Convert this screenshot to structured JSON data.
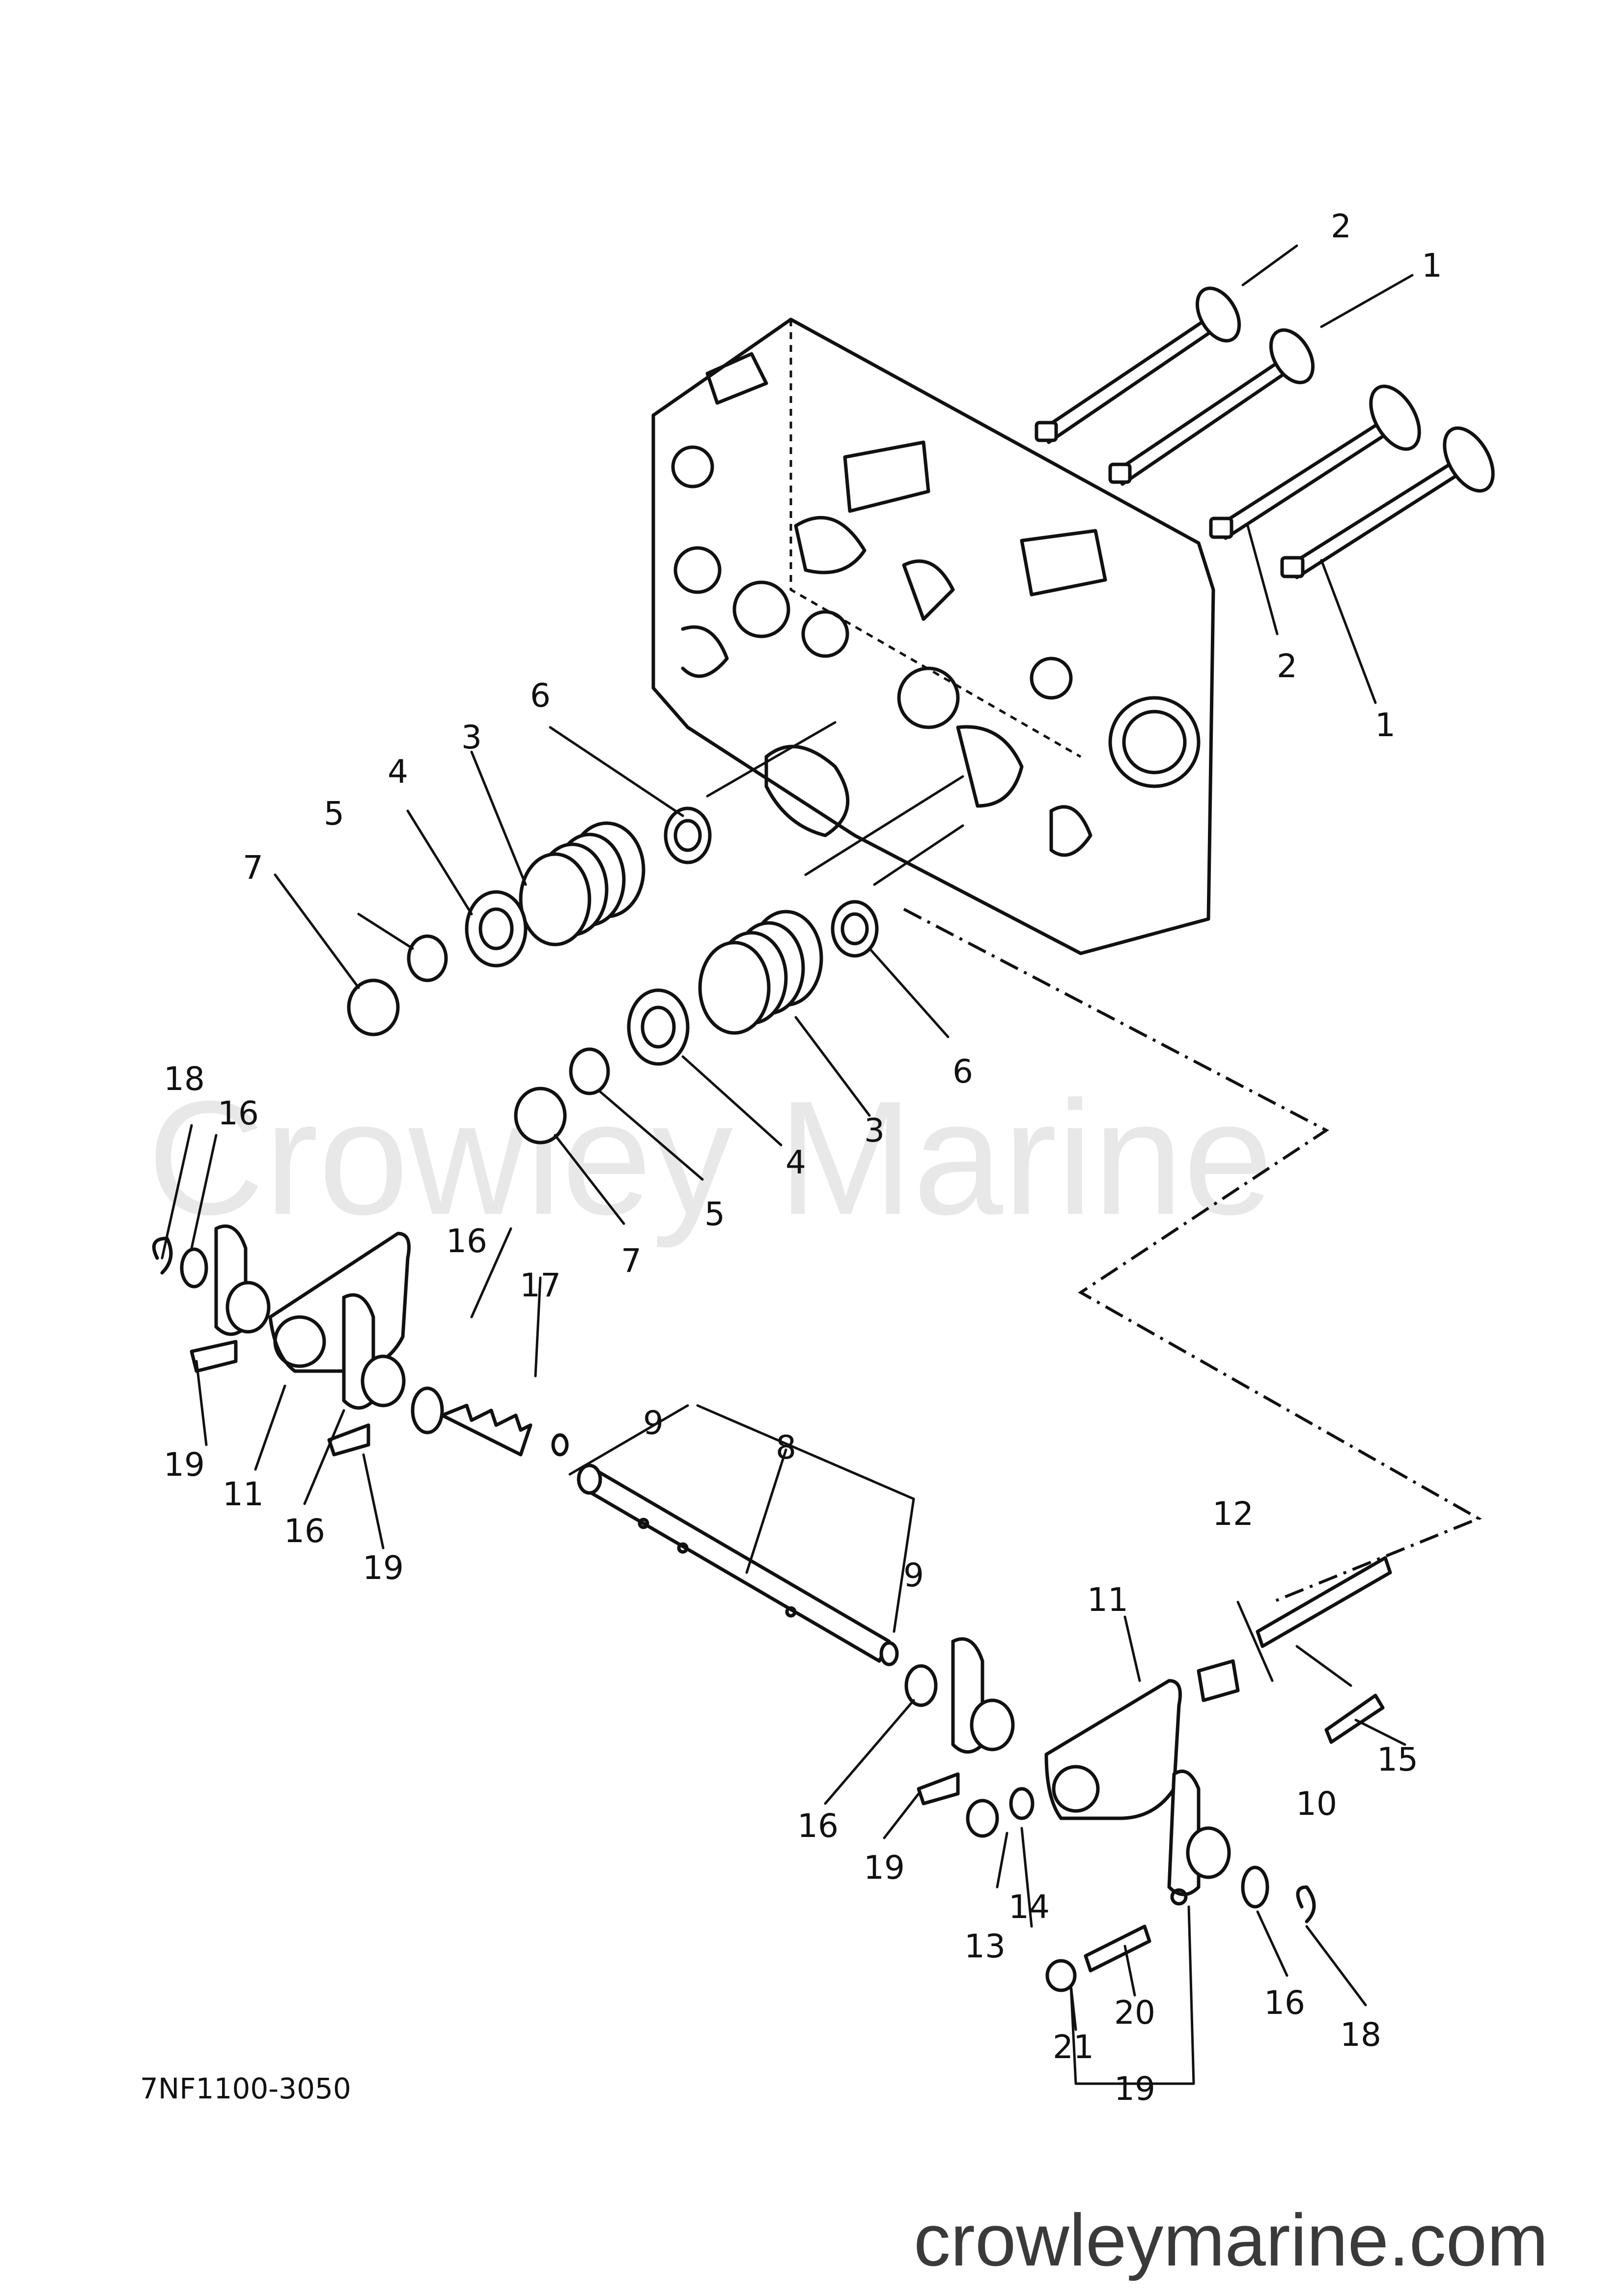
{
  "diagram": {
    "drawing_code": "7NF1100-3050",
    "watermark": "Crowley Marine",
    "website": "crowleymarine.com",
    "callouts": {
      "c1a": "1",
      "c1b": "1",
      "c2a": "2",
      "c2b": "2",
      "c3a": "3",
      "c3b": "3",
      "c4a": "4",
      "c4b": "4",
      "c5a": "5",
      "c5b": "5",
      "c6a": "6",
      "c6b": "6",
      "c7a": "7",
      "c7b": "7",
      "c8": "8",
      "c9a": "9",
      "c9b": "9",
      "c10": "10",
      "c11a": "11",
      "c11b": "11",
      "c12": "12",
      "c13": "13",
      "c14": "14",
      "c15": "15",
      "c16a": "16",
      "c16b": "16",
      "c16c": "16",
      "c16d": "16",
      "c16e": "16",
      "c17": "17",
      "c18a": "18",
      "c18b": "18",
      "c19a": "19",
      "c19b": "19",
      "c19c": "19",
      "c19d": "19",
      "c20": "20",
      "c21": "21"
    }
  }
}
